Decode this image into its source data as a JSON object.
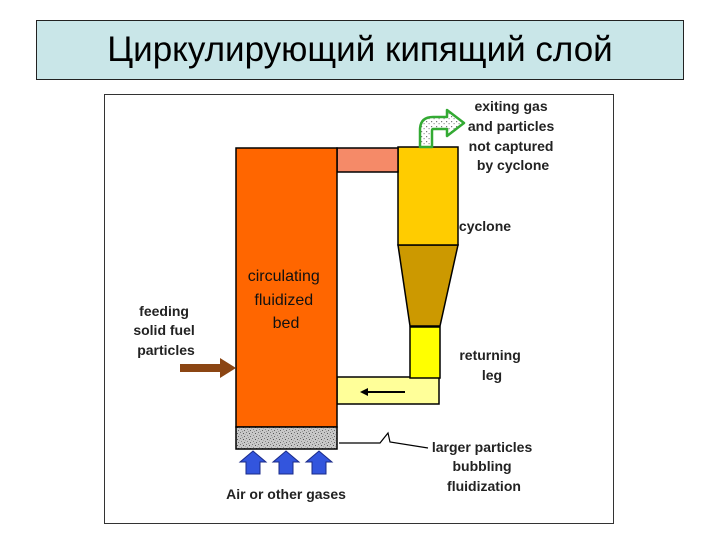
{
  "title": "Циркулирующий кипящий слой",
  "labels": {
    "exiting_gas": [
      "exiting gas",
      "and particles",
      "not captured",
      "by cyclone"
    ],
    "cyclone": "cyclone",
    "bed": [
      "circulating",
      "fluidized",
      "bed"
    ],
    "feeding": [
      "feeding",
      "solid fuel",
      "particles"
    ],
    "returning_leg": [
      "returning",
      "leg"
    ],
    "larger_particles": [
      "larger particles",
      "bubbling",
      "fluidization"
    ],
    "air": "Air or other gases"
  },
  "colors": {
    "title_bg": "#c9e6e8",
    "bed": "#ff6600",
    "top_duct": "#f58a68",
    "cyclone_body": "#ffcc00",
    "cyclone_cone": "#cc9900",
    "return_leg": "#ffff00",
    "bottom_duct": "#ffff99",
    "feed_arrow": "#8b4513",
    "air_arrow": "#3355dd",
    "exit_arrow": "#33aa33"
  }
}
